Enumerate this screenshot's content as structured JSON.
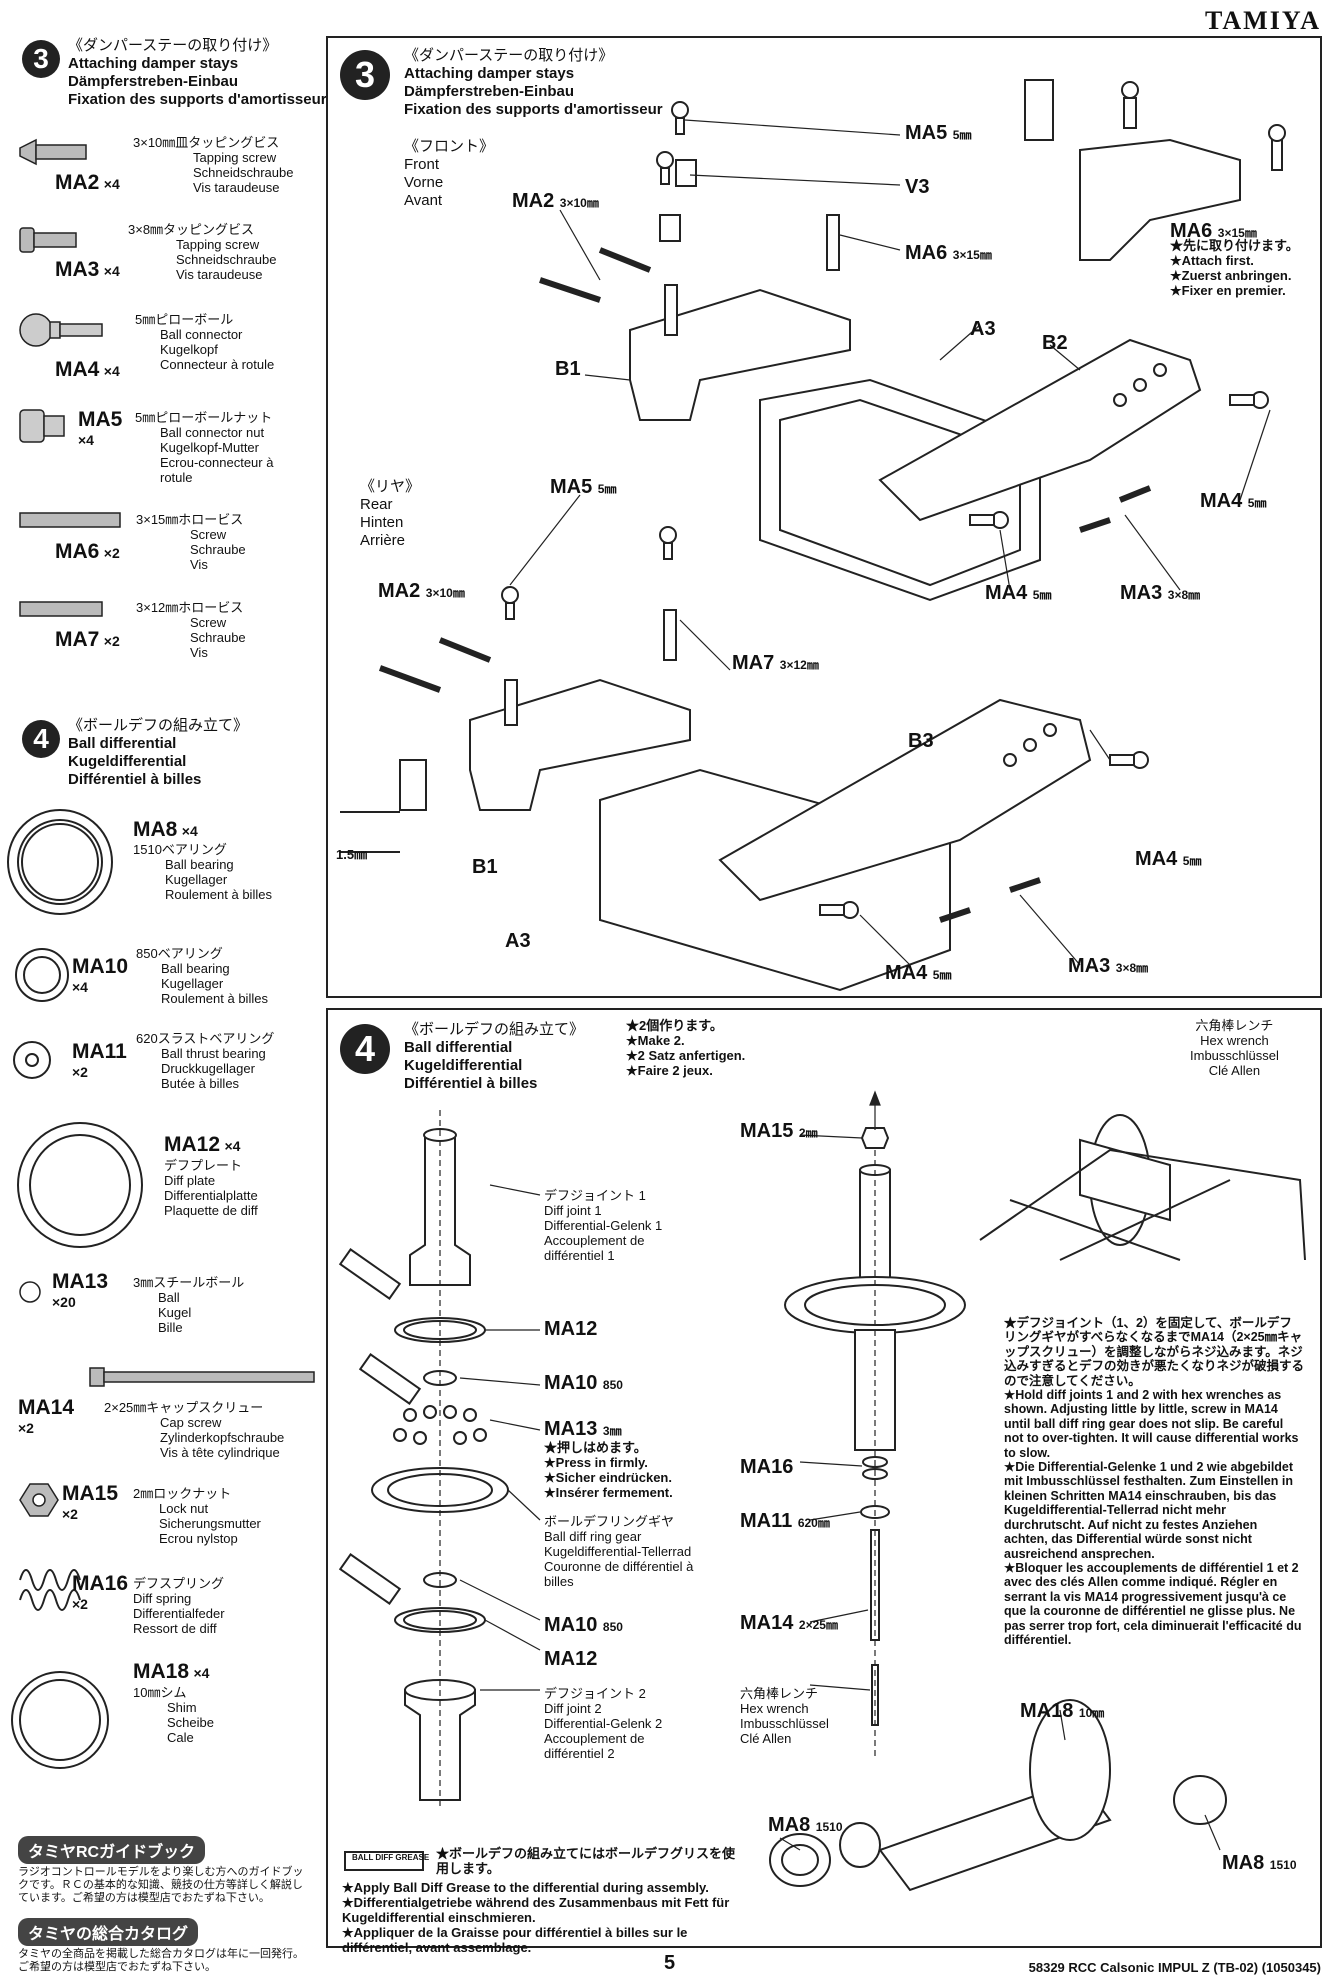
{
  "header": {
    "brand": "TAMIYA"
  },
  "footer": {
    "page_number": "5",
    "model": "58329  RCC Calsonic IMPUL Z (TB-02) (1050345)"
  },
  "sidebar": {
    "step3": {
      "number": "3",
      "title_jp": "《ダンパーステーの取り付け》",
      "title_en": "Attaching damper stays",
      "title_de": "Dämpferstreben-Einbau",
      "title_fr": "Fixation des supports d'amortisseur"
    },
    "parts3": [
      {
        "code": "MA2",
        "qty": "×4",
        "jp": "3×10㎜皿タッピングビス",
        "en": "Tapping screw",
        "de": "Schneidschraube",
        "fr": "Vis taraudeuse"
      },
      {
        "code": "MA3",
        "qty": "×4",
        "jp": "3×8㎜タッピングビス",
        "en": "Tapping screw",
        "de": "Schneidschraube",
        "fr": "Vis taraudeuse"
      },
      {
        "code": "MA4",
        "qty": "×4",
        "jp": "5㎜ピローボール",
        "en": "Ball connector",
        "de": "Kugelkopf",
        "fr": "Connecteur à rotule"
      },
      {
        "code": "MA5",
        "qty": "×4",
        "jp": "5㎜ピローボールナット",
        "en": "Ball connector nut",
        "de": "Kugelkopf-Mutter",
        "fr": "Ecrou-connecteur à rotule"
      },
      {
        "code": "MA6",
        "qty": "×2",
        "jp": "3×15㎜ホロービス",
        "en": "Screw",
        "de": "Schraube",
        "fr": "Vis"
      },
      {
        "code": "MA7",
        "qty": "×2",
        "jp": "3×12㎜ホロービス",
        "en": "Screw",
        "de": "Schraube",
        "fr": "Vis"
      }
    ],
    "step4": {
      "number": "4",
      "title_jp": "《ボールデフの組み立て》",
      "title_en": "Ball differential",
      "title_de": "Kugeldifferential",
      "title_fr": "Différentiel à billes"
    },
    "parts4": [
      {
        "code": "MA8",
        "qty": "×4",
        "jp": "1510ベアリング",
        "en": "Ball bearing",
        "de": "Kugellager",
        "fr": "Roulement à billes"
      },
      {
        "code": "MA10",
        "qty": "×4",
        "jp": "850ベアリング",
        "en": "Ball bearing",
        "de": "Kugellager",
        "fr": "Roulement à billes"
      },
      {
        "code": "MA11",
        "qty": "×2",
        "jp": "620スラストベアリング",
        "en": "Ball thrust bearing",
        "de": "Druckkugellager",
        "fr": "Butée à billes"
      },
      {
        "code": "MA12",
        "qty": "×4",
        "jp": "デフプレート",
        "en": "Diff plate",
        "de": "Differentialplatte",
        "fr": "Plaquette de diff"
      },
      {
        "code": "MA13",
        "qty": "×20",
        "jp": "3㎜スチールボール",
        "en": "Ball",
        "de": "Kugel",
        "fr": "Bille"
      },
      {
        "code": "MA14",
        "qty": "×2",
        "jp": "2×25㎜キャップスクリュー",
        "en": "Cap screw",
        "de": "Zylinderkopfschraube",
        "fr": "Vis à tête cylindrique"
      },
      {
        "code": "MA15",
        "qty": "×2",
        "jp": "2㎜ロックナット",
        "en": "Lock nut",
        "de": "Sicherungsmutter",
        "fr": "Ecrou nylstop"
      },
      {
        "code": "MA16",
        "qty": "×2",
        "jp": "デフスプリング",
        "en": "Diff spring",
        "de": "Differentialfeder",
        "fr": "Ressort de diff"
      },
      {
        "code": "MA18",
        "qty": "×4",
        "jp": "10㎜シム",
        "en": "Shim",
        "de": "Scheibe",
        "fr": "Cale"
      }
    ],
    "guidebook": {
      "title": "タミヤRCガイドブック",
      "text": "ラジオコントロールモデルをより楽しむ方へのガイドブックです。ＲＣの基本的な知識、競技の仕方等詳しく解説しています。ご希望の方は模型店でおたずね下さい。"
    },
    "catalog": {
      "title": "タミヤの総合カタログ",
      "text": "タミヤの全商品を掲載した総合カタログは年に一回発行。ご希望の方は模型店でおたずね下さい。"
    }
  },
  "panel3": {
    "number": "3",
    "title_jp": "《ダンパーステーの取り付け》",
    "title_en": "Attaching damper stays",
    "title_de": "Dämpferstreben-Einbau",
    "title_fr": "Fixation des supports d'amortisseur",
    "front_jp": "《フロント》",
    "front_en": "Front",
    "front_de": "Vorne",
    "front_fr": "Avant",
    "rear_jp": "《リヤ》",
    "rear_en": "Rear",
    "rear_de": "Hinten",
    "rear_fr": "Arrière",
    "dimension": "1.5㎜",
    "attach_first_jp": "★先に取り付けます。",
    "attach_first_en": "★Attach first.",
    "attach_first_de": "★Zuerst anbringen.",
    "attach_first_fr": "★Fixer en premier.",
    "labels": {
      "ma5": "MA5",
      "ma5_size": "5㎜",
      "v3": "V3",
      "ma2": "MA2",
      "ma2_size": "3×10㎜",
      "ma6": "MA6",
      "ma6_size": "3×15㎜",
      "b1": "B1",
      "a3": "A3",
      "b2": "B2",
      "b3": "B3",
      "ma4": "MA4",
      "ma4_size": "5㎜",
      "ma3": "MA3",
      "ma3_size": "3×8㎜",
      "ma7": "MA7",
      "ma7_size": "3×12㎜"
    }
  },
  "panel4": {
    "number": "4",
    "title_jp": "《ボールデフの組み立て》",
    "title_en": "Ball differential",
    "title_de": "Kugeldifferential",
    "title_fr": "Différentiel à billes",
    "make2_jp": "★2個作ります。",
    "make2_en": "★Make 2.",
    "make2_de": "★2 Satz anfertigen.",
    "make2_fr": "★Faire 2 jeux.",
    "hexwrench_jp": "六角棒レンチ",
    "hexwrench_en": "Hex wrench",
    "hexwrench_de": "Imbusschlüssel",
    "hexwrench_fr": "Clé Allen",
    "joint1_jp": "デフジョイント 1",
    "joint1_en": "Diff joint 1",
    "joint1_de": "Differential-Gelenk 1",
    "joint1_fr": "Accouplement de différentiel 1",
    "joint2_jp": "デフジョイント 2",
    "joint2_en": "Diff joint 2",
    "joint2_de": "Differential-Gelenk 2",
    "joint2_fr": "Accouplement de différentiel 2",
    "ringgear_jp": "ボールデフリングギヤ",
    "ringgear_en": "Ball diff ring gear",
    "ringgear_de": "Kugeldifferential-Tellerrad",
    "ringgear_fr": "Couronne de différentiel à billes",
    "press_jp": "★押しはめます。",
    "press_en": "★Press in firmly.",
    "press_de": "★Sicher eindrücken.",
    "press_fr": "★Insérer fermement.",
    "labels": {
      "ma12": "MA12",
      "ma10": "MA10",
      "ma10_size": "850",
      "ma13": "MA13",
      "ma13_size": "3㎜",
      "ma15": "MA15",
      "ma15_size": "2㎜",
      "ma16": "MA16",
      "ma11": "MA11",
      "ma11_size": "620㎜",
      "ma14": "MA14",
      "ma14_size": "2×25㎜",
      "ma18": "MA18",
      "ma18_size": "10㎜",
      "ma8": "MA8",
      "ma8_size": "1510"
    },
    "adjust_note": [
      "★デフジョイント（1、2）を固定して、ボールデフリングギヤがすべらなくなるまでMA14（2×25㎜キャップスクリュー）を調整しながらネジ込みます。ネジ込みすぎるとデフの効きが悪たくなりネジが破損するので注意してください。",
      "★Hold diff joints 1 and 2 with hex wrenches as shown. Adjusting little by little, screw in MA14 until ball diff ring gear does not slip. Be careful not to over-tighten. It will cause differential works to slow.",
      "★Die Differential-Gelenke 1 und 2 wie abgebildet mit Imbusschlüssel festhalten. Zum Einstellen in kleinen Schritten MA14 einschrauben, bis das Kugeldifferential-Tellerrad nicht mehr durchrutscht. Auf nicht zu festes Anziehen achten, das Differential würde sonst nicht ausreichend ansprechen.",
      "★Bloquer les accouplements de différentiel 1 et 2 avec des clés Allen comme indiqué. Régler en serrant la vis MA14 progressivement jusqu'à ce que la couronne de différentiel ne glisse plus. Ne pas serrer trop fort, cela diminuerait l'efficacité du différentiel."
    ],
    "grease_label": "BALL DIFF GREASE",
    "grease_note": [
      "★ボールデフの組み立てにはボールデフグリスを使用します。",
      "★Apply Ball Diff Grease to the differential during assembly.",
      "★Differentialgetriebe während des Zusammenbaus mit Fett für Kugeldifferential einschmieren.",
      "★Appliquer de la Graisse pour différentiel à billes sur le différentiel, avant assemblage."
    ]
  }
}
